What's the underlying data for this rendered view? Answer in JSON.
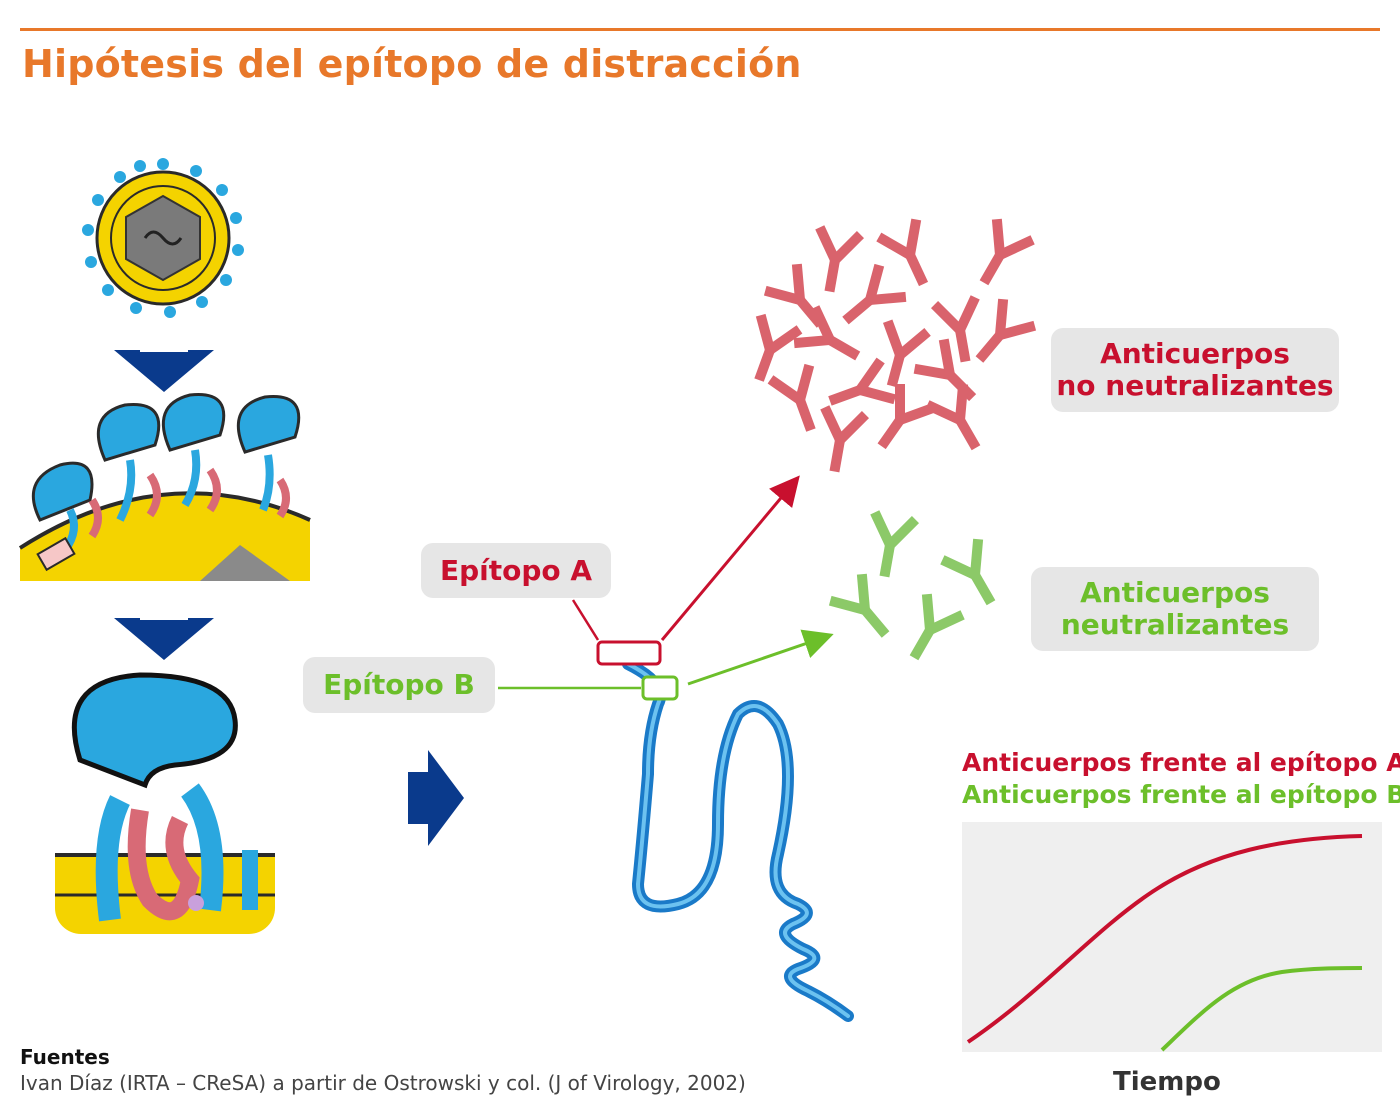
{
  "title": "Hipótesis del epítopo de distracción",
  "labels": {
    "epitope_a": "Epítopo A",
    "epitope_b": "Epítopo B",
    "non_neutralizing_line1": "Anticuerpos",
    "non_neutralizing_line2": "no neutralizantes",
    "neutralizing_line1": "Anticuerpos",
    "neutralizing_line2": "neutralizantes"
  },
  "legend": {
    "a": "Anticuerpos frente al epítopo A",
    "b": "Anticuerpos frente al epítopo B"
  },
  "xlabel": "Tiempo",
  "sources": {
    "heading": "Fuentes",
    "text": "Ivan Díaz (IRTA – CReSA) a partir de Ostrowski y col. (J of Virology, 2002)"
  },
  "colors": {
    "accent": "#e8782a",
    "red": "#c8102e",
    "green": "#6cbf2a",
    "arrow_blue": "#0a3a8c",
    "protein_blue": "#1ea0e0"
  }
}
